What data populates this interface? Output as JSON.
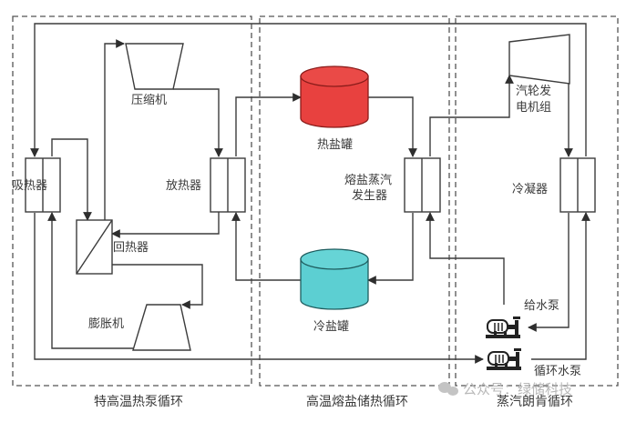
{
  "sections": {
    "heat_pump": "特高温热泵循环",
    "molten_salt": "高温熔盐储热循环",
    "rankine": "蒸汽朗肯循环"
  },
  "components": {
    "absorber": "吸热器",
    "compressor": "压缩机",
    "heat_releaser": "放热器",
    "recuperator": "回热器",
    "expander": "膨胀机",
    "hot_tank": "热盐罐",
    "cold_tank": "冷盐罐",
    "steam_generator_line1": "熔盐蒸汽",
    "steam_generator_line2": "发生器",
    "turbine_line1": "汽轮发",
    "turbine_line2": "电机组",
    "condenser": "冷凝器",
    "feed_pump": "给水泵",
    "circ_pump": "循环水泵"
  },
  "colors": {
    "hot_tank": "#e8413f",
    "cold_tank": "#5ccfd2",
    "line": "#3c3c3c"
  },
  "watermark": "公众号：绿储科技"
}
